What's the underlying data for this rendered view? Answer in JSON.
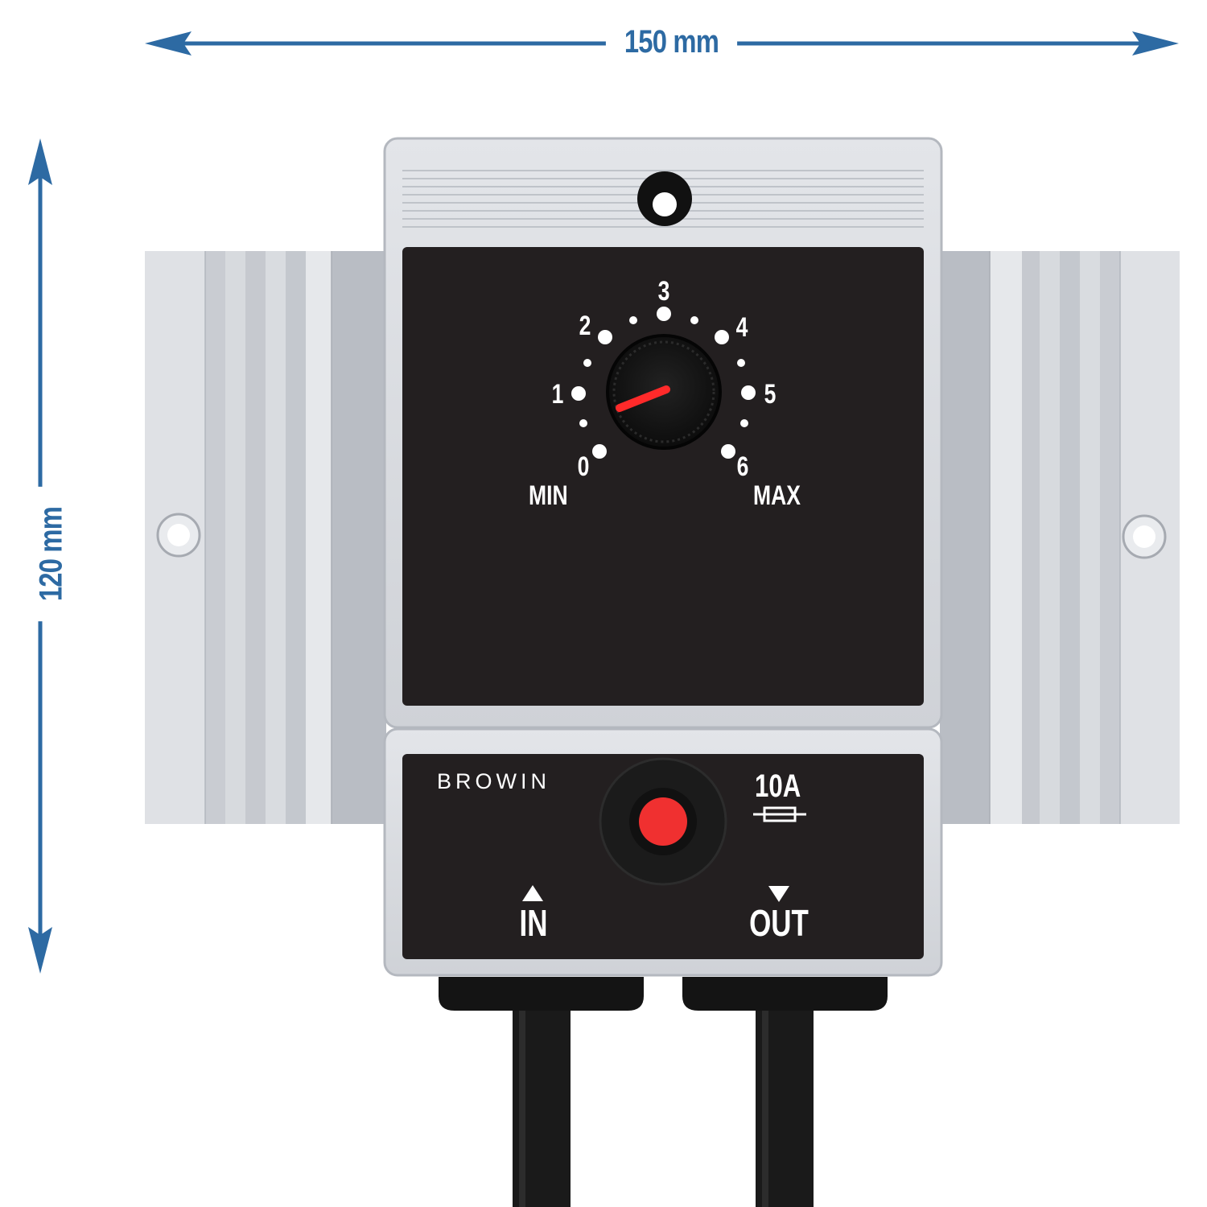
{
  "dimensions": {
    "width_label": "150 mm",
    "height_label": "120 mm"
  },
  "dial": {
    "scale_numbers": [
      "0",
      "1",
      "2",
      "3",
      "4",
      "5",
      "6"
    ],
    "min_label": "MIN",
    "max_label": "MAX",
    "pointer_color": "#ff2a2a"
  },
  "control_panel": {
    "brand": "BROWIN",
    "fuse_rating": "10A",
    "fuse_icon": "fuse-icon",
    "input_label": "IN",
    "output_label": "OUT",
    "button_color": "#f03030"
  },
  "colors": {
    "dimension_accent": "#2d6aa3",
    "panel": "#231f20",
    "housing": "#d8dbe0"
  }
}
